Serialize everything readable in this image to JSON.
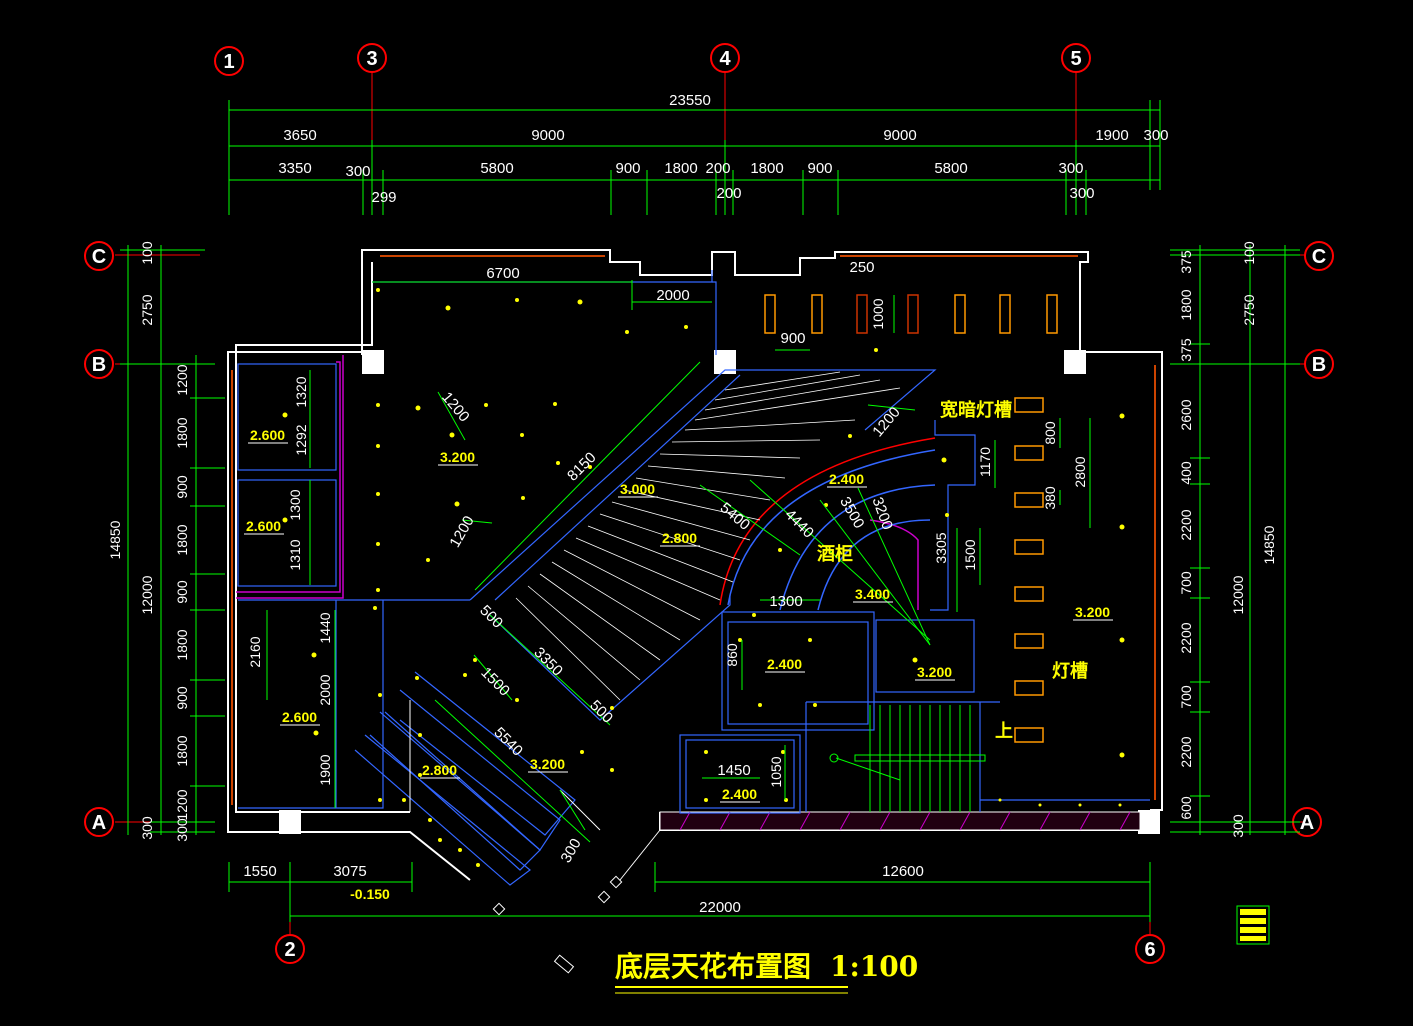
{
  "title": "底层天花布置图",
  "scale": "1:100",
  "colors": {
    "bg": "#000000",
    "dim": "#00ff00",
    "axis": "#ff0000",
    "wall": "#ffffff",
    "line": "#3366ff",
    "text": "#ffff00",
    "light": "#ff9900"
  },
  "axes": {
    "top": [
      "1",
      "3",
      "4",
      "5"
    ],
    "bottom": [
      "2",
      "6"
    ],
    "left": [
      "C",
      "B",
      "A"
    ],
    "right": [
      "C",
      "B",
      "A"
    ]
  },
  "dims_top": {
    "total": "23550",
    "row1": [
      "3650",
      "9000",
      "9000",
      "1900",
      "300"
    ],
    "row2": [
      "3350",
      "300",
      "5800",
      "900",
      "1800",
      "200",
      "1800",
      "900",
      "5800",
      "300"
    ],
    "row3": [
      "299",
      "200",
      "300"
    ]
  },
  "dims_bottom": {
    "a": "1550",
    "b": "3075",
    "c": "12600",
    "total": "22000",
    "level": "-0.150"
  },
  "dims_left": {
    "outer": [
      "100",
      "2750",
      "14850"
    ],
    "mid": [
      "12000",
      "300"
    ],
    "inner": [
      "1200",
      "1800",
      "900",
      "1800",
      "900",
      "1800",
      "900",
      "1800",
      "1200",
      "300"
    ]
  },
  "dims_right": {
    "inner": [
      "375",
      "1800",
      "375",
      "2600",
      "400",
      "2200",
      "700",
      "2200",
      "700",
      "2200",
      "600"
    ],
    "outer": [
      "100",
      "2750",
      "14850",
      "12000",
      "300"
    ]
  },
  "interior_dims": [
    "6700",
    "2000",
    "250",
    "1000",
    "900",
    "1320",
    "1292",
    "1300",
    "1310",
    "1200",
    "1200",
    "8150",
    "1440",
    "2160",
    "2000",
    "1900",
    "500",
    "3350",
    "500",
    "1500",
    "5540",
    "300",
    "5400",
    "4440",
    "3500",
    "3200",
    "1200",
    "1170",
    "800",
    "2800",
    "380",
    "1500",
    "3305",
    "1300",
    "860",
    "1450",
    "1050"
  ],
  "levels": [
    "2.600",
    "2.600",
    "2.600",
    "3.200",
    "3.000",
    "2.800",
    "2.800",
    "3.200",
    "2.400",
    "3.400",
    "3.200",
    "2.400",
    "2.400",
    "3.200"
  ],
  "labels": {
    "trough_wide": "宽暗灯槽",
    "trough": "灯槽",
    "bar": "酒柜",
    "up": "上"
  }
}
